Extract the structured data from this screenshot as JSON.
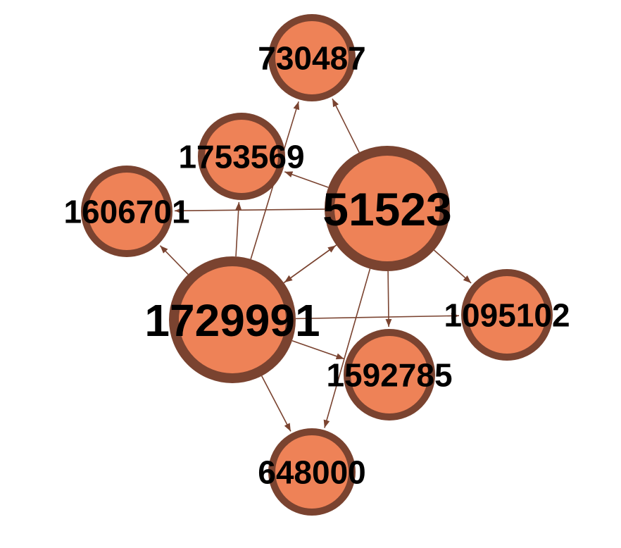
{
  "colors": {
    "node_fill": "#ee8257",
    "node_stroke": "#7a4330",
    "edge": "#7a4330",
    "label": "#000000"
  },
  "nodes": [
    {
      "id": "730487",
      "label": "730487"
    },
    {
      "id": "1753569",
      "label": "1753569"
    },
    {
      "id": "1606701",
      "label": "1606701"
    },
    {
      "id": "51523",
      "label": "51523"
    },
    {
      "id": "1729991",
      "label": "1729991"
    },
    {
      "id": "1095102",
      "label": "1095102"
    },
    {
      "id": "1592785",
      "label": "1592785"
    },
    {
      "id": "648000",
      "label": "648000"
    }
  ],
  "edges": [
    {
      "source": "51523",
      "target": "730487"
    },
    {
      "source": "1729991",
      "target": "730487"
    },
    {
      "source": "51523",
      "target": "1753569"
    },
    {
      "source": "1729991",
      "target": "1753569"
    },
    {
      "source": "51523",
      "target": "1606701"
    },
    {
      "source": "1729991",
      "target": "1606701"
    },
    {
      "source": "1729991",
      "target": "51523"
    },
    {
      "source": "51523",
      "target": "1729991"
    },
    {
      "source": "51523",
      "target": "1095102"
    },
    {
      "source": "1729991",
      "target": "1095102"
    },
    {
      "source": "51523",
      "target": "1592785"
    },
    {
      "source": "1729991",
      "target": "1592785"
    },
    {
      "source": "51523",
      "target": "648000"
    },
    {
      "source": "1729991",
      "target": "648000"
    }
  ]
}
